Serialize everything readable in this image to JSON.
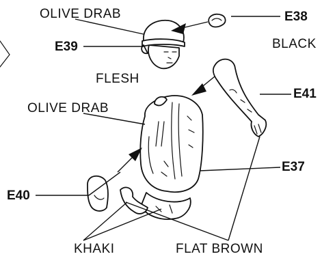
{
  "labels": {
    "olive_drab_top": "OLIVE  DRAB",
    "olive_drab_mid": "OLIVE  DRAB",
    "flesh": "FLESH",
    "black": "BLACK",
    "khaki": "KHAKI",
    "flat_brown": "FLAT  BROWN"
  },
  "codes": {
    "e37": "E37",
    "e38": "E38",
    "e39": "E39",
    "e40": "E40",
    "e41": "E41"
  },
  "colors": {
    "ink": "#111111",
    "background": "#ffffff"
  }
}
